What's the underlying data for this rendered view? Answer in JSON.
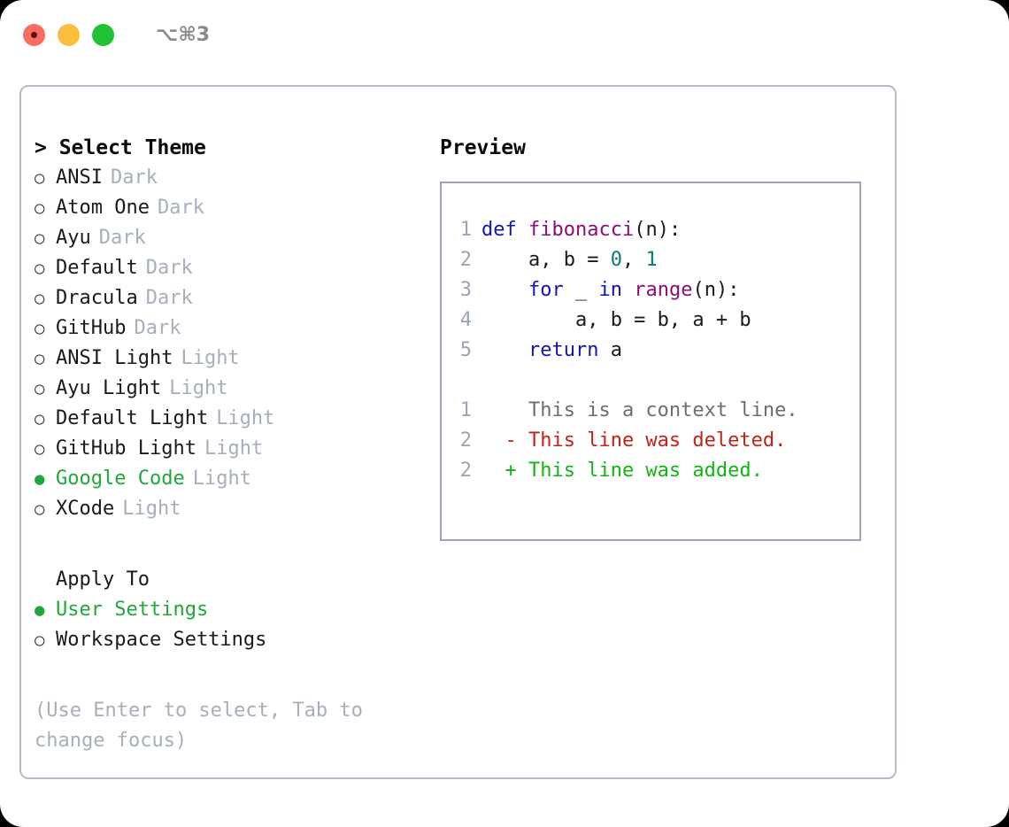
{
  "titlebar": {
    "shortcut": "⌥⌘3",
    "buttons": [
      "close",
      "minimize",
      "maximize"
    ]
  },
  "left": {
    "header": "> Select Theme",
    "markers": {
      "unselected": "○",
      "selected": "●"
    },
    "themes": [
      {
        "name": "ANSI",
        "tag": "Dark",
        "selected": false
      },
      {
        "name": "Atom One",
        "tag": "Dark",
        "selected": false
      },
      {
        "name": "Ayu",
        "tag": "Dark",
        "selected": false
      },
      {
        "name": "Default",
        "tag": "Dark",
        "selected": false
      },
      {
        "name": "Dracula",
        "tag": "Dark",
        "selected": false
      },
      {
        "name": "GitHub",
        "tag": "Dark",
        "selected": false
      },
      {
        "name": "ANSI Light",
        "tag": "Light",
        "selected": false
      },
      {
        "name": "Ayu Light",
        "tag": "Light",
        "selected": false
      },
      {
        "name": "Default Light",
        "tag": "Light",
        "selected": false
      },
      {
        "name": "GitHub Light",
        "tag": "Light",
        "selected": false
      },
      {
        "name": "Google Code",
        "tag": "Light",
        "selected": true
      },
      {
        "name": "XCode",
        "tag": "Light",
        "selected": false
      }
    ],
    "apply_to": {
      "title": "Apply To",
      "options": [
        {
          "name": "User Settings",
          "selected": true
        },
        {
          "name": "Workspace Settings",
          "selected": false
        }
      ]
    },
    "hint": "(Use Enter to select, Tab to change focus)"
  },
  "right": {
    "header": "Preview",
    "code": [
      {
        "lineno": "1",
        "tokens": [
          {
            "t": "def ",
            "c": "kw"
          },
          {
            "t": "fibonacci",
            "c": "fn"
          },
          {
            "t": "(n):",
            "c": "punct"
          }
        ]
      },
      {
        "lineno": "2",
        "tokens": [
          {
            "t": "    a, b = ",
            "c": "id"
          },
          {
            "t": "0",
            "c": "num"
          },
          {
            "t": ", ",
            "c": "punct"
          },
          {
            "t": "1",
            "c": "num"
          }
        ]
      },
      {
        "lineno": "3",
        "tokens": [
          {
            "t": "    for ",
            "c": "kw"
          },
          {
            "t": "_ ",
            "c": "id"
          },
          {
            "t": "in ",
            "c": "kw"
          },
          {
            "t": "range",
            "c": "fn"
          },
          {
            "t": "(n):",
            "c": "punct"
          }
        ]
      },
      {
        "lineno": "4",
        "tokens": [
          {
            "t": "        a, b = b, a + b",
            "c": "id"
          }
        ]
      },
      {
        "lineno": "5",
        "tokens": [
          {
            "t": "    return ",
            "c": "kw"
          },
          {
            "t": "a",
            "c": "id"
          }
        ]
      }
    ],
    "diff": [
      {
        "lineno": "1",
        "sign": "  ",
        "text": "This is a context line.",
        "kind": "ctx"
      },
      {
        "lineno": "2",
        "sign": "- ",
        "text": "This line was deleted.",
        "kind": "del"
      },
      {
        "lineno": "2",
        "sign": "+ ",
        "text": "This line was added.",
        "kind": "add"
      }
    ]
  },
  "colors": {
    "accent_green": "#1FA83C",
    "diff_add": "#11B511",
    "diff_del": "#C42214",
    "muted": "#A6AFBE",
    "keyword": "#1414B0",
    "function": "#8B0F7A",
    "number": "#0B7A78",
    "border": "#B3BCCB"
  }
}
